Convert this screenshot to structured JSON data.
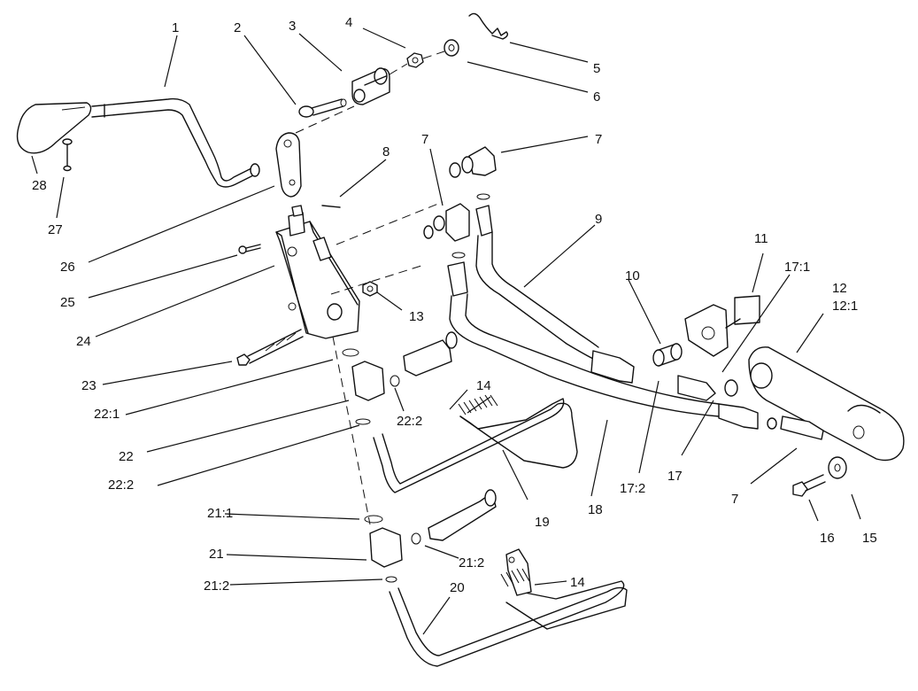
{
  "callouts": {
    "c1": "1",
    "c2": "2",
    "c3": "3",
    "c4": "4",
    "c5": "5",
    "c6": "6",
    "c7a": "7",
    "c7b": "7",
    "c7c": "7",
    "c8": "8",
    "c9": "9",
    "c10": "10",
    "c11": "11",
    "c12": "12",
    "c12_1": "12:1",
    "c13": "13",
    "c14a": "14",
    "c14b": "14",
    "c15": "15",
    "c16": "16",
    "c17": "17",
    "c17_1": "17:1",
    "c17_2": "17:2",
    "c18": "18",
    "c19": "19",
    "c20": "20",
    "c21": "21",
    "c21_1": "21:1",
    "c21_2a": "21:2",
    "c21_2b": "21:2",
    "c22": "22",
    "c22_1": "22:1",
    "c22_2a": "22:2",
    "c22_2b": "22:2",
    "c23": "23",
    "c24": "24",
    "c25": "25",
    "c26": "26",
    "c27": "27",
    "c28": "28"
  }
}
